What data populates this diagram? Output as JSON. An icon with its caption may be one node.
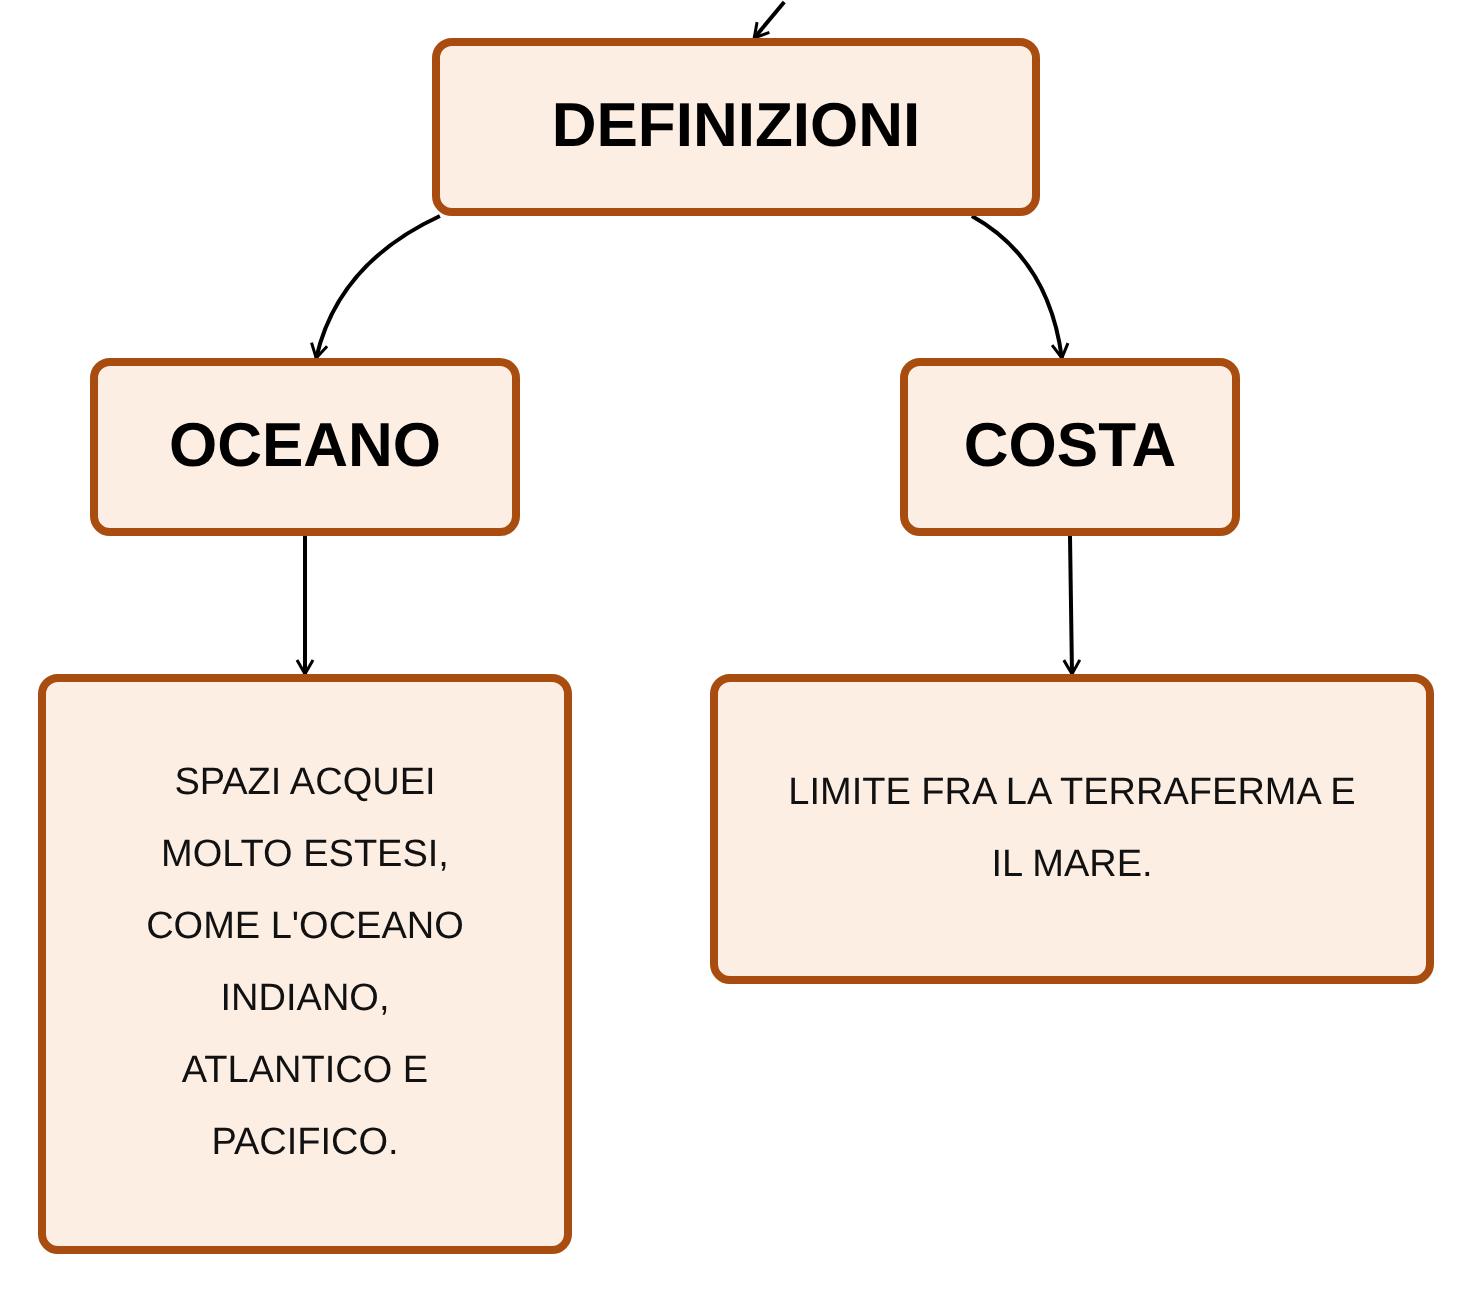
{
  "diagram": {
    "nodes": [
      {
        "text": [
          "DEFINIZIONI"
        ]
      },
      {
        "text": [
          "OCEANO"
        ]
      },
      {
        "text": [
          "COSTA"
        ]
      },
      {
        "text": [
          "SPAZI ACQUEI MOLTO ESTESI, COME L'OCEANO INDIANO, ATLANTICO E PACIFICO."
        ]
      },
      {
        "text": [
          "LIMITE FRA LA TERRAFERMA E IL MARE."
        ]
      }
    ],
    "edges": [
      {
        "from": null,
        "to": 0,
        "arrow": "to"
      },
      {
        "from": 0,
        "to": 1,
        "arrow": "to"
      },
      {
        "from": 0,
        "to": 2,
        "arrow": "to"
      },
      {
        "from": 1,
        "to": 3,
        "arrow": "to"
      },
      {
        "from": 2,
        "to": 4,
        "arrow": "to"
      }
    ]
  }
}
